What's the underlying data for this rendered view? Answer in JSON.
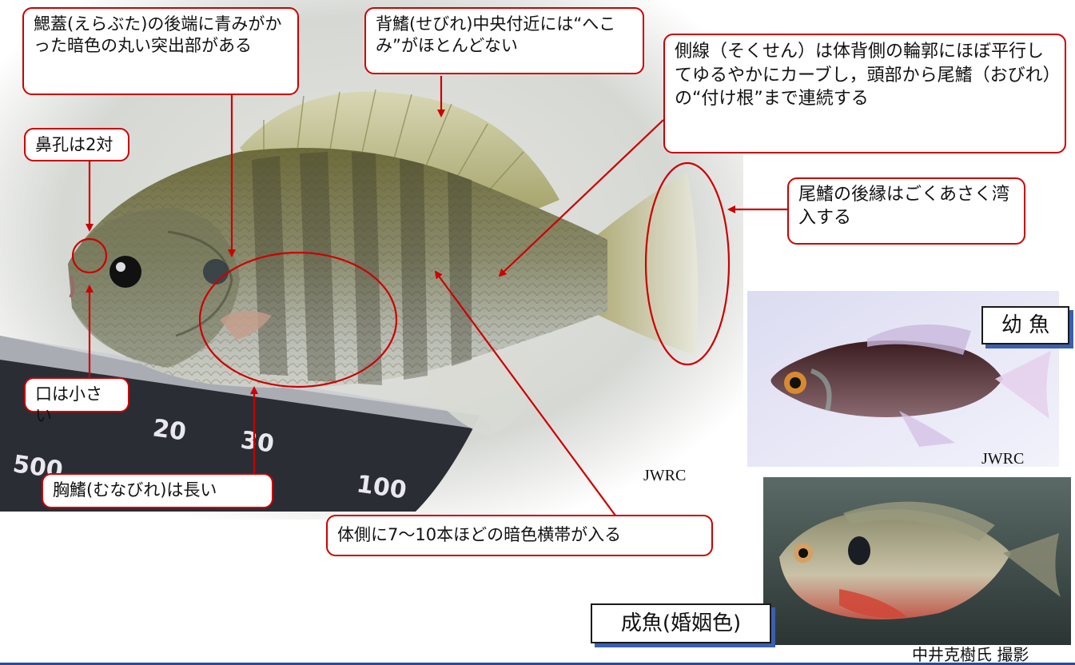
{
  "colors": {
    "callout_border": "#cc0000",
    "arrow": "#cc0000",
    "label_shadow": "#3a5fb0"
  },
  "callouts": {
    "gill": "鰓蓋(えらぶた)の後端に青みがかった暗色の丸い突出部がある",
    "dorsal": "背鰭(せびれ)中央付近には“へこみ”がほとんどない",
    "lateral": "側線（そくせん）は体背側の輪郭にほぼ平行してゆるやかにカーブし，頭部から尾鰭（おびれ）の“付け根”まで連続する",
    "nostril": "鼻孔は2対",
    "tail": "尾鰭の後縁はごくあさく湾入する",
    "mouth": "口は小さい",
    "pectoral": "胸鰭(むなびれ)は長い",
    "bands": "体側に7〜10本ほどの暗色横帯が入る"
  },
  "ruler_numbers": [
    "20",
    "30",
    "500",
    "100"
  ],
  "credits": {
    "main": "JWRC",
    "juvenile": "JWRC",
    "photographer": "中井克樹氏 撮影"
  },
  "labels": {
    "juvenile": "幼 魚",
    "adult": "成魚(婚姻色)"
  }
}
